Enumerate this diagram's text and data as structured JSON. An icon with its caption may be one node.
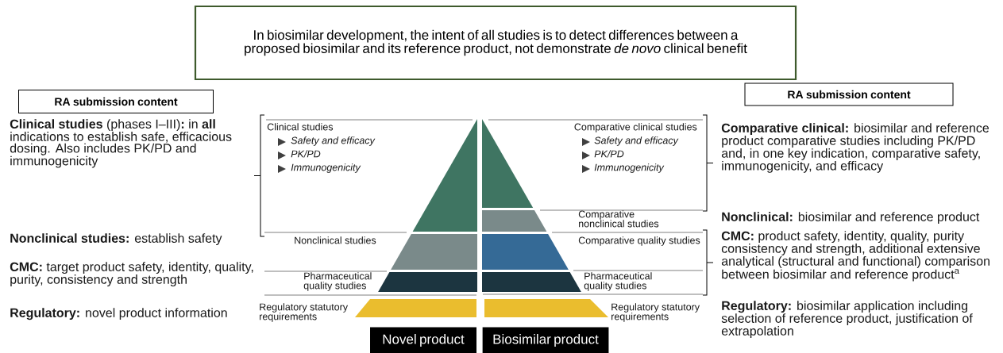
{
  "diagram": {
    "nodes": [
      {
        "text": [
          "In biosimilar development, the intent of all studies is to detect differences between a proposed biosimilar and its reference product, not demonstrate *de novo* clinical benefit"
        ]
      },
      {
        "text": [
          "RA submission content"
        ]
      },
      {
        "text": [
          "RA submission content"
        ]
      },
      {
        "text": [
          "Novel product"
        ]
      },
      {
        "text": [
          "Biosimilar product"
        ]
      }
    ],
    "labels": [
      "**Clinical studies** (phases I–III)**:** in **all** indications to establish safe, efficacious dosing. Also includes PK/PD and immunogenicity",
      "**Nonclinical studies:** establish safety",
      "**CMC:** target product safety, identity, quality, purity, consistency and strength",
      "**Regulatory:** novel product information",
      "Clinical studies",
      "Safety and efficacy",
      "PK/PD",
      "Immunogenicity",
      "Nonclinical studies",
      "Pharmaceutical quality studies",
      "Regulatory statutory requirements",
      "Comparative clinical studies",
      "Safety and efficacy",
      "PK/PD",
      "Immunogenicity",
      "Comparative nonclinical studies",
      "Comparative quality studies",
      "Pharmaceutical quality studies",
      "Regulatory statutory requirements",
      "**Comparative clinical:** biosimilar and reference product comparative studies including PK/PD and, in one key indication, comparative safety, immunogenicity, and efficacy",
      "**Nonclinical:** biosimilar and reference product",
      "**CMC:** product safety, identity, quality, purity consistency and strength, additional extensive analytical (structural and functional) comparison between biosimilar and reference product$^{a}$",
      "**Regulatory:** biosimilar application including selection of reference product, justification of extrapolation"
    ]
  }
}
